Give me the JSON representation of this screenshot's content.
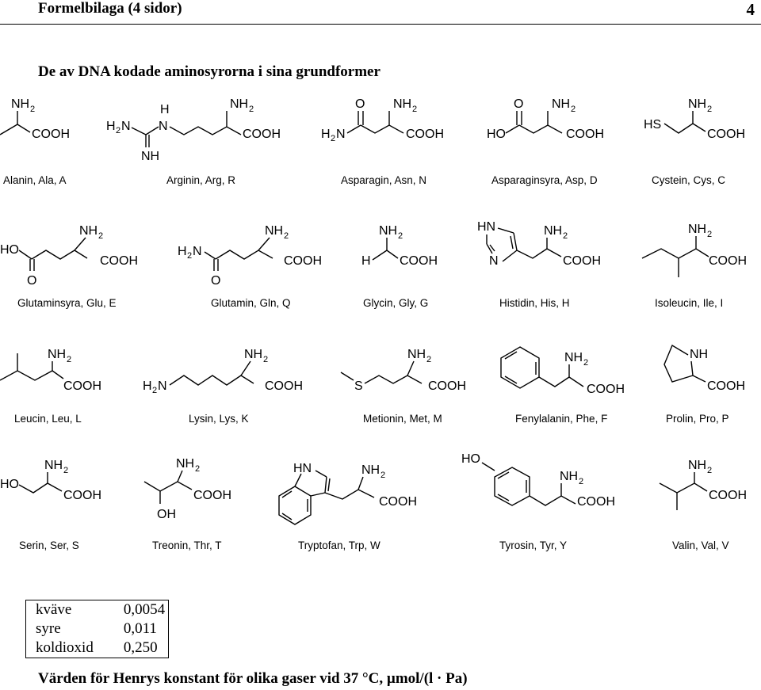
{
  "header": {
    "left": "Formelbilaga (4 sidor)",
    "page_number": "4"
  },
  "section_title": "De av DNA kodade aminosyrorna i sina grundformer",
  "amino_acids": [
    "Alanin, Ala, A",
    "Arginin, Arg, R",
    "Asparagin, Asn, N",
    "Asparaginsyra, Asp, D",
    "Cystein, Cys, C",
    "Glutaminsyra, Glu, E",
    "Glutamin, Gln, Q",
    "Glycin, Gly, G",
    "Histidin, His, H",
    "Isoleucin, Ile, I",
    "Leucin, Leu, L",
    "Lysin, Lys, K",
    "Metionin, Met, M",
    "Fenylalanin, Phe, F",
    "Prolin, Pro, P",
    "Serin, Ser, S",
    "Treonin, Thr, T",
    "Tryptofan, Trp, W",
    "Tyrosin, Tyr, Y",
    "Valin, Val, V"
  ],
  "atom_labels": {
    "nh": "NH",
    "two": "2",
    "cooh": "COOH",
    "h2n": "H",
    "n": "N",
    "h": "H",
    "nh_ring": "NH",
    "hn": "HN",
    "o": "O",
    "ho": "HO",
    "hs": "HS",
    "s": "S",
    "oh": "OH"
  },
  "henry_table": {
    "rows": [
      {
        "gas": "kväve",
        "value": "0,0054"
      },
      {
        "gas": "syre",
        "value": "0,011"
      },
      {
        "gas": "koldioxid",
        "value": "0,250"
      }
    ],
    "caption": "Värden för Henrys konstant för olika gaser vid 37 °C, µmol/(l · Pa)"
  }
}
